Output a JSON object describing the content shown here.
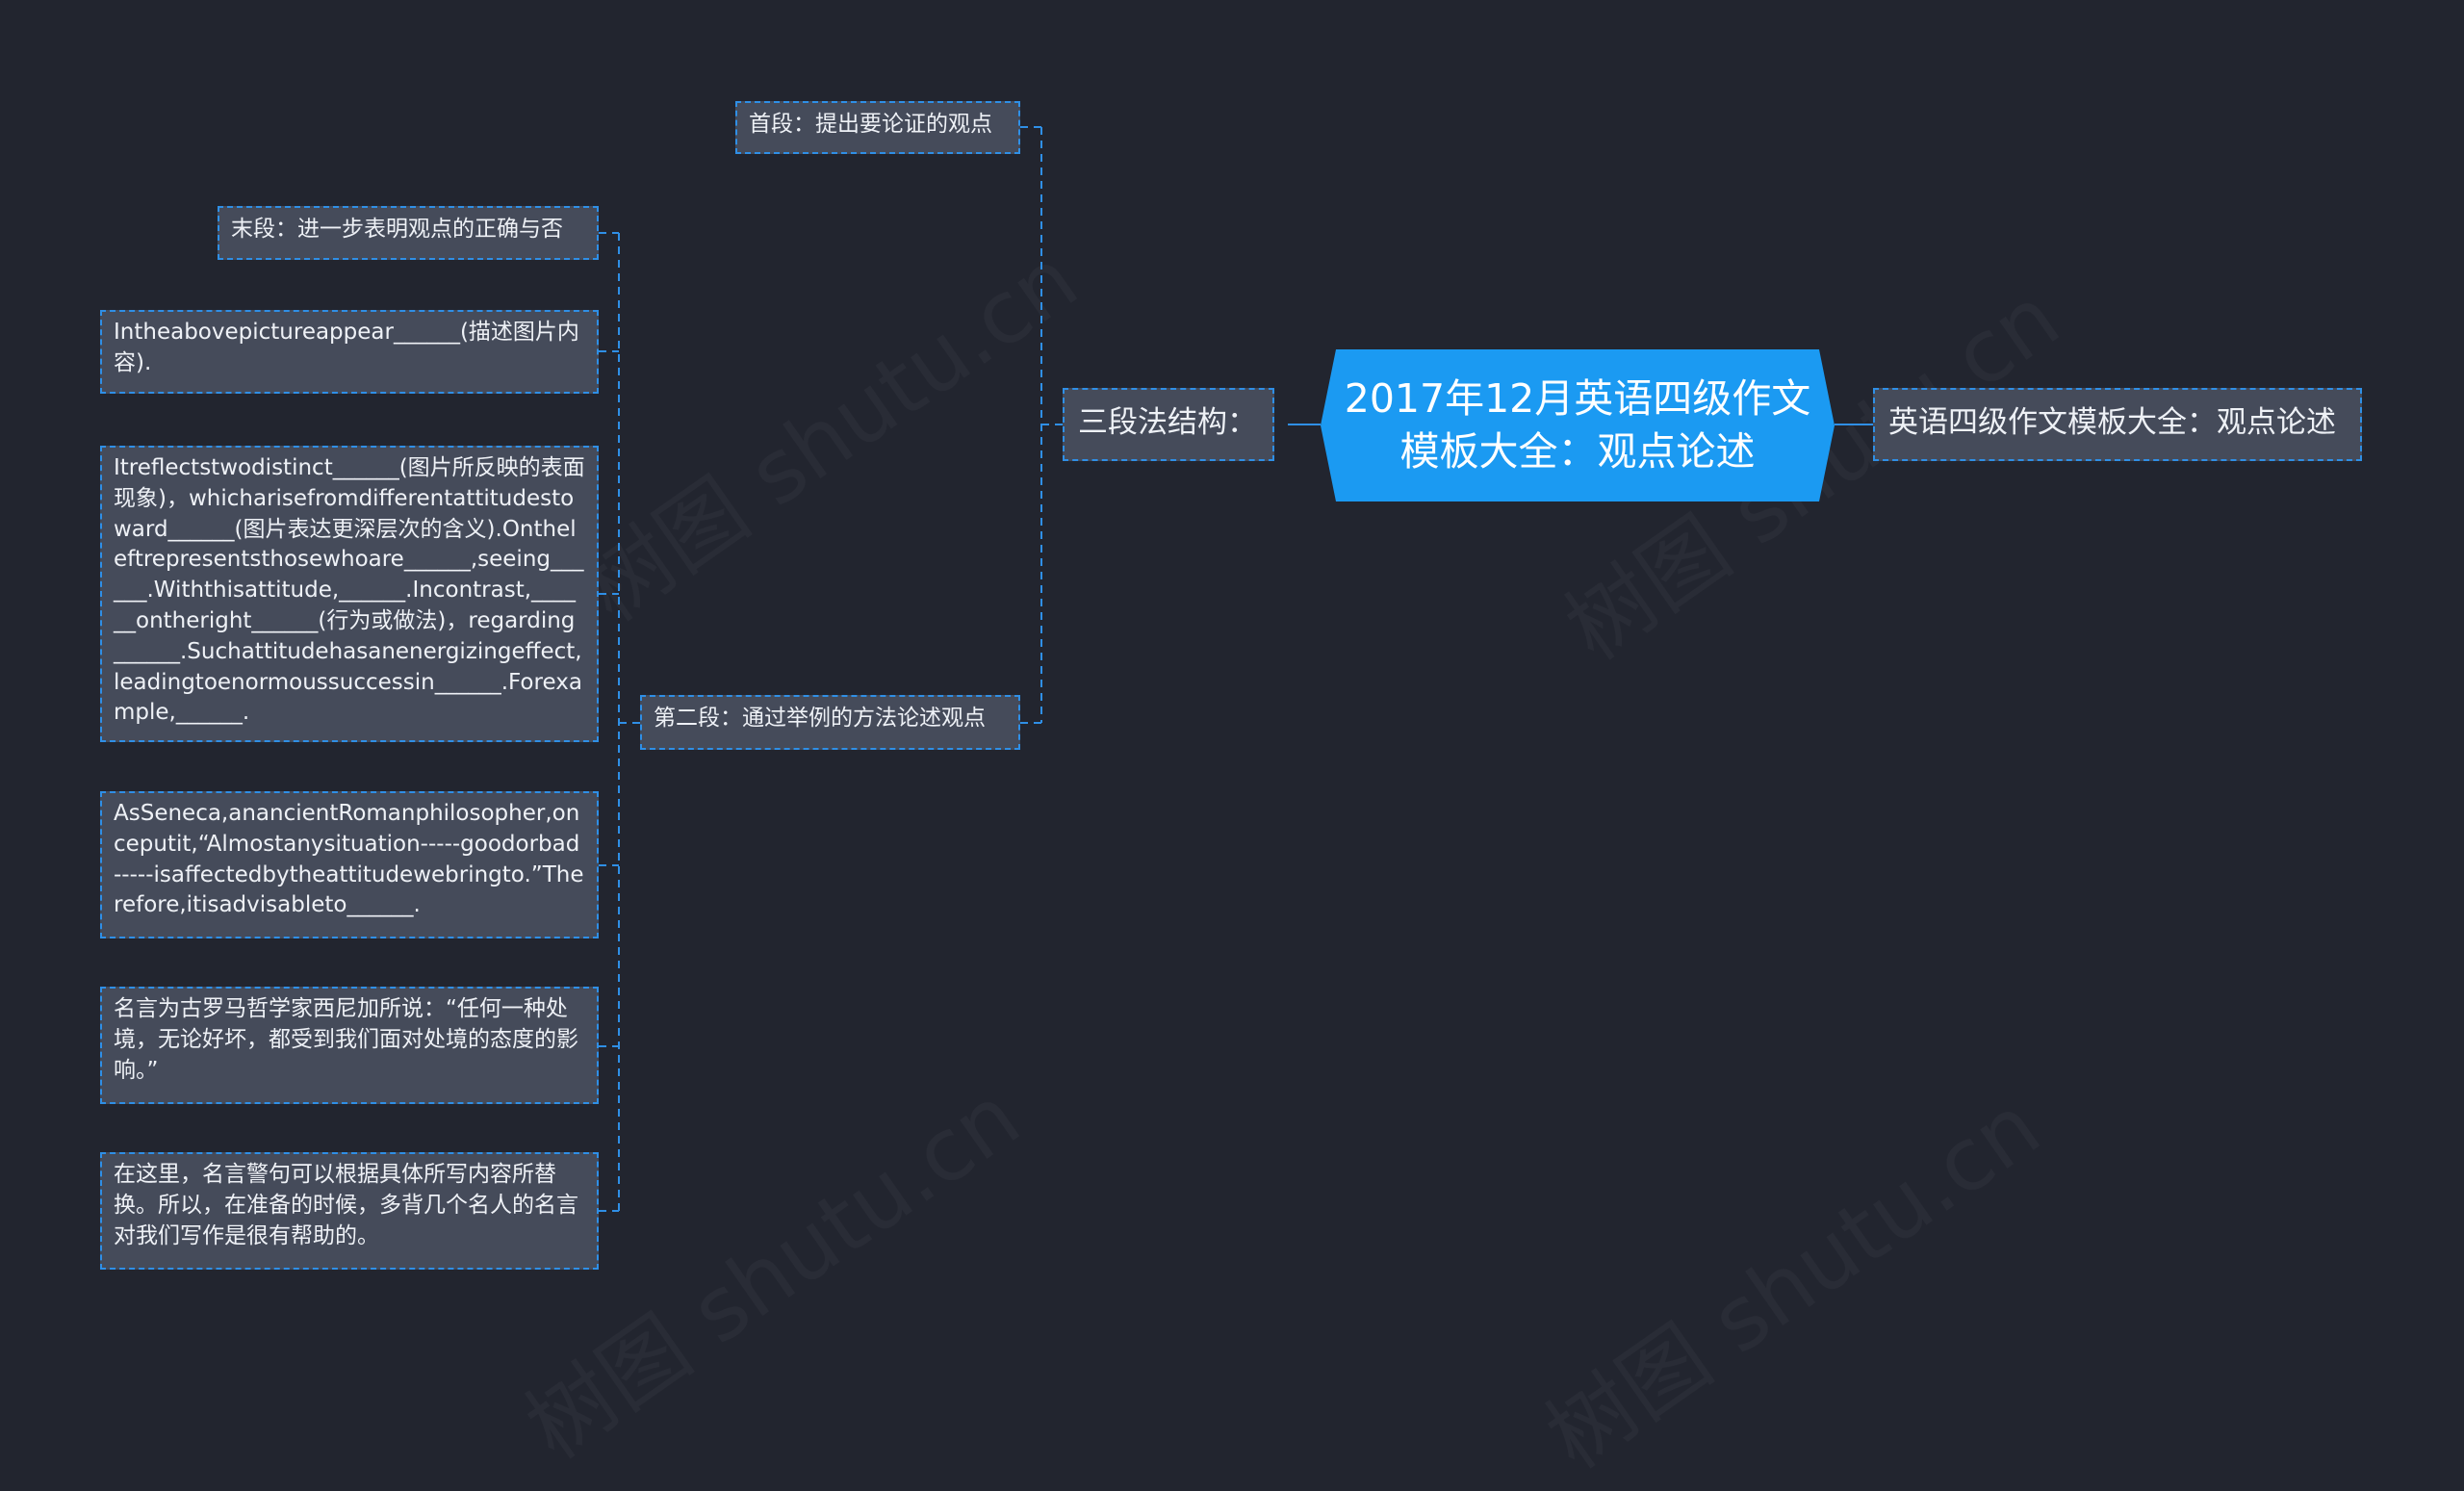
{
  "root": {
    "label": "2017年12月英语四级作文模板大全：观点论述"
  },
  "right_node": {
    "label": "英语四级作文模板大全：观点论述"
  },
  "branch": {
    "label": "三段法结构："
  },
  "sections": {
    "first": "首段：提出要论证的观点",
    "second": "第二段：通过举例的方法论述观点",
    "last": "末段：进一步表明观点的正确与否"
  },
  "details": [
    "Intheabovepictureappear______(描述图片内容).",
    "Itreflectstwodistinct______(图片所反映的表面现象)，whicharisefromdifferentattitudestoward______(图片表达更深层次的含义).Ontheleftrepresentsthosewhoare______,seeing______.Withthisattitude,______.Incontrast,______ontheright______(行为或做法)，regarding______.Suchattitudehasanenergizingeffect,leadingtoenormoussuccessin______.Forexample,______.",
    "AsSeneca,anancientRomanphilosopher,onceputit,“Almostanysituation-----goodorbad-----isaffectedbytheattitudewebringto.”Therefore,itisadvisableto______.",
    "名言为古罗马哲学家西尼加所说：“任何一种处境，无论好坏，都受到我们面对处境的态度的影响。”",
    "在这里，名言警句可以根据具体所写内容所替换。所以，在准备的时候，多背几个名人的名言对我们写作是很有帮助的。"
  ],
  "colors": {
    "background": "#22252f",
    "node_fill": "#454b5a",
    "accent": "#1b9af2",
    "line": "#2f8fe6"
  }
}
